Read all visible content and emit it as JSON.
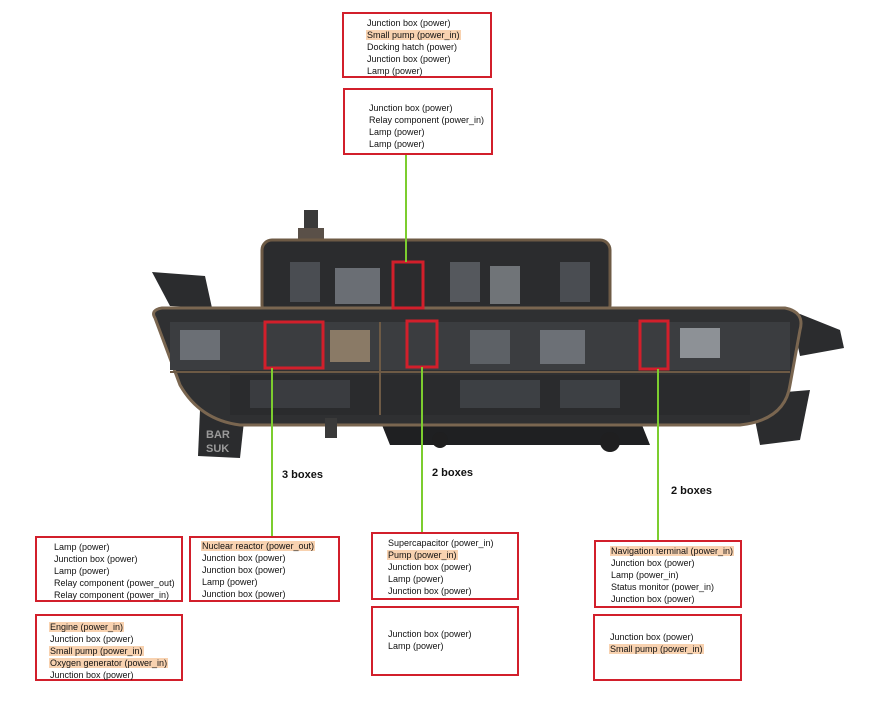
{
  "colors": {
    "box_border": "#d21f2b",
    "connector": "#7ccd2f",
    "highlight": "#f8d2b0",
    "hull": "#2a2b2d"
  },
  "sub_logo": "BAR SUK",
  "boxes": [
    {
      "id": "top-1",
      "items": [
        {
          "text": "Junction box (power)",
          "hl": false
        },
        {
          "text": "Small pump (power_in)",
          "hl": true
        },
        {
          "text": "Docking hatch (power)",
          "hl": false
        },
        {
          "text": "Junction box (power)",
          "hl": false
        },
        {
          "text": "Lamp (power)",
          "hl": false
        }
      ]
    },
    {
      "id": "top-2",
      "items": [
        {
          "text": "Junction box (power)",
          "hl": false
        },
        {
          "text": "Relay component (power_in)",
          "hl": false
        },
        {
          "text": "Lamp (power)",
          "hl": false
        },
        {
          "text": "Lamp (power)",
          "hl": false
        }
      ]
    },
    {
      "id": "left-a",
      "items": [
        {
          "text": "Lamp (power)",
          "hl": false
        },
        {
          "text": "Junction box (power)",
          "hl": false
        },
        {
          "text": "Lamp (power)",
          "hl": false
        },
        {
          "text": "Relay component (power_out)",
          "hl": false
        },
        {
          "text": "Relay component (power_in)",
          "hl": false
        }
      ]
    },
    {
      "id": "left-b",
      "items": [
        {
          "text": "Nuclear reactor (power_out)",
          "hl": true
        },
        {
          "text": "Junction box (power)",
          "hl": false
        },
        {
          "text": "Junction box (power)",
          "hl": false
        },
        {
          "text": "Lamp (power)",
          "hl": false
        },
        {
          "text": "Junction box (power)",
          "hl": false
        }
      ]
    },
    {
      "id": "left-c",
      "items": [
        {
          "text": "Engine (power_in)",
          "hl": true
        },
        {
          "text": "Junction box (power)",
          "hl": false
        },
        {
          "text": "Small pump (power_in)",
          "hl": true
        },
        {
          "text": "Oxygen generator (power_in)",
          "hl": true
        },
        {
          "text": "Junction box (power)",
          "hl": false
        }
      ]
    },
    {
      "id": "mid-a",
      "items": [
        {
          "text": "Supercapacitor (power_in)",
          "hl": false
        },
        {
          "text": "Pump (power_in)",
          "hl": true
        },
        {
          "text": "Junction box (power)",
          "hl": false
        },
        {
          "text": "Lamp (power)",
          "hl": false
        },
        {
          "text": "Junction box (power)",
          "hl": false
        }
      ]
    },
    {
      "id": "mid-b",
      "items": [
        {
          "text": "Junction box (power)",
          "hl": false
        },
        {
          "text": "Lamp (power)",
          "hl": false
        }
      ]
    },
    {
      "id": "right-a",
      "items": [
        {
          "text": "Navigation terminal (power_in)",
          "hl": true
        },
        {
          "text": "Junction box (power)",
          "hl": false
        },
        {
          "text": "Lamp (power_in)",
          "hl": false
        },
        {
          "text": "Status monitor (power_in)",
          "hl": false
        },
        {
          "text": "Junction box (power)",
          "hl": false
        }
      ]
    },
    {
      "id": "right-b",
      "items": [
        {
          "text": "Junction box (power)",
          "hl": false
        },
        {
          "text": "Small pump (power_in)",
          "hl": true
        }
      ]
    }
  ],
  "labels": {
    "left": "3 boxes",
    "middle": "2 boxes",
    "right": "2 boxes"
  }
}
